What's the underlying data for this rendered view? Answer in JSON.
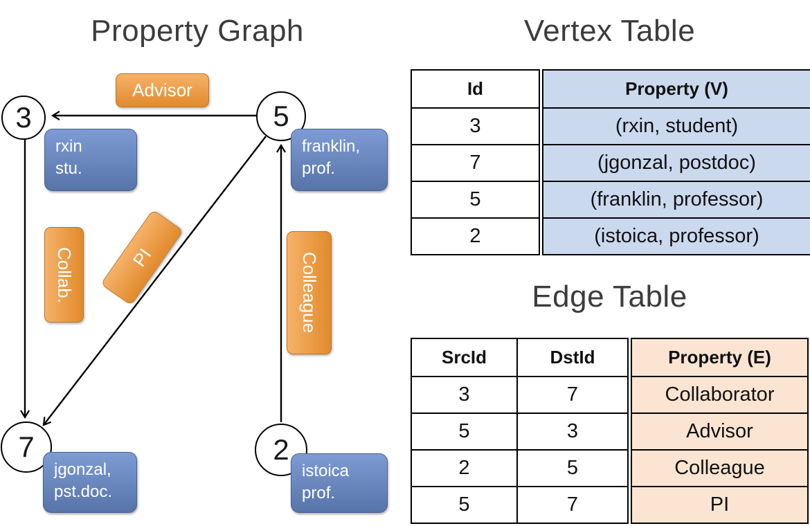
{
  "colors": {
    "orange1": "#F6B269",
    "orange2": "#E18A2C",
    "orange-border": "#BE7526",
    "blue1": "#7E9CD4",
    "blue2": "#5674A8",
    "blue-border": "#49618F",
    "vertex-cell": "#CBD9EF",
    "edge-cell": "#FBE5D2",
    "ink": "#000000",
    "title-ink": "#3C3C3C"
  },
  "graph": {
    "title": "Property Graph",
    "nodes": [
      {
        "id": "3"
      },
      {
        "id": "5"
      },
      {
        "id": "7"
      },
      {
        "id": "2"
      }
    ],
    "node_props": {
      "v3": {
        "line1": "rxin",
        "line2": "stu."
      },
      "v5": {
        "line1": "franklin,",
        "line2": "prof."
      },
      "v7": {
        "line1": "jgonzal,",
        "line2": "pst.doc."
      },
      "v2": {
        "line1": "istoica",
        "line2": "prof."
      }
    },
    "edge_labels": {
      "advisor": "Advisor",
      "collab": "Collab.",
      "pi": "PI",
      "colleague": "Colleague"
    }
  },
  "vertex_table": {
    "title": "Vertex Table",
    "headers": [
      "Id",
      "Property (V)"
    ],
    "rows": [
      [
        "3",
        "(rxin, student)"
      ],
      [
        "7",
        "(jgonzal, postdoc)"
      ],
      [
        "5",
        "(franklin, professor)"
      ],
      [
        "2",
        "(istoica, professor)"
      ]
    ]
  },
  "edge_table": {
    "title": "Edge Table",
    "headers": [
      "SrcId",
      "DstId",
      "Property (E)"
    ],
    "rows": [
      [
        "3",
        "7",
        "Collaborator"
      ],
      [
        "5",
        "3",
        "Advisor"
      ],
      [
        "2",
        "5",
        "Colleague"
      ],
      [
        "5",
        "7",
        "PI"
      ]
    ]
  }
}
